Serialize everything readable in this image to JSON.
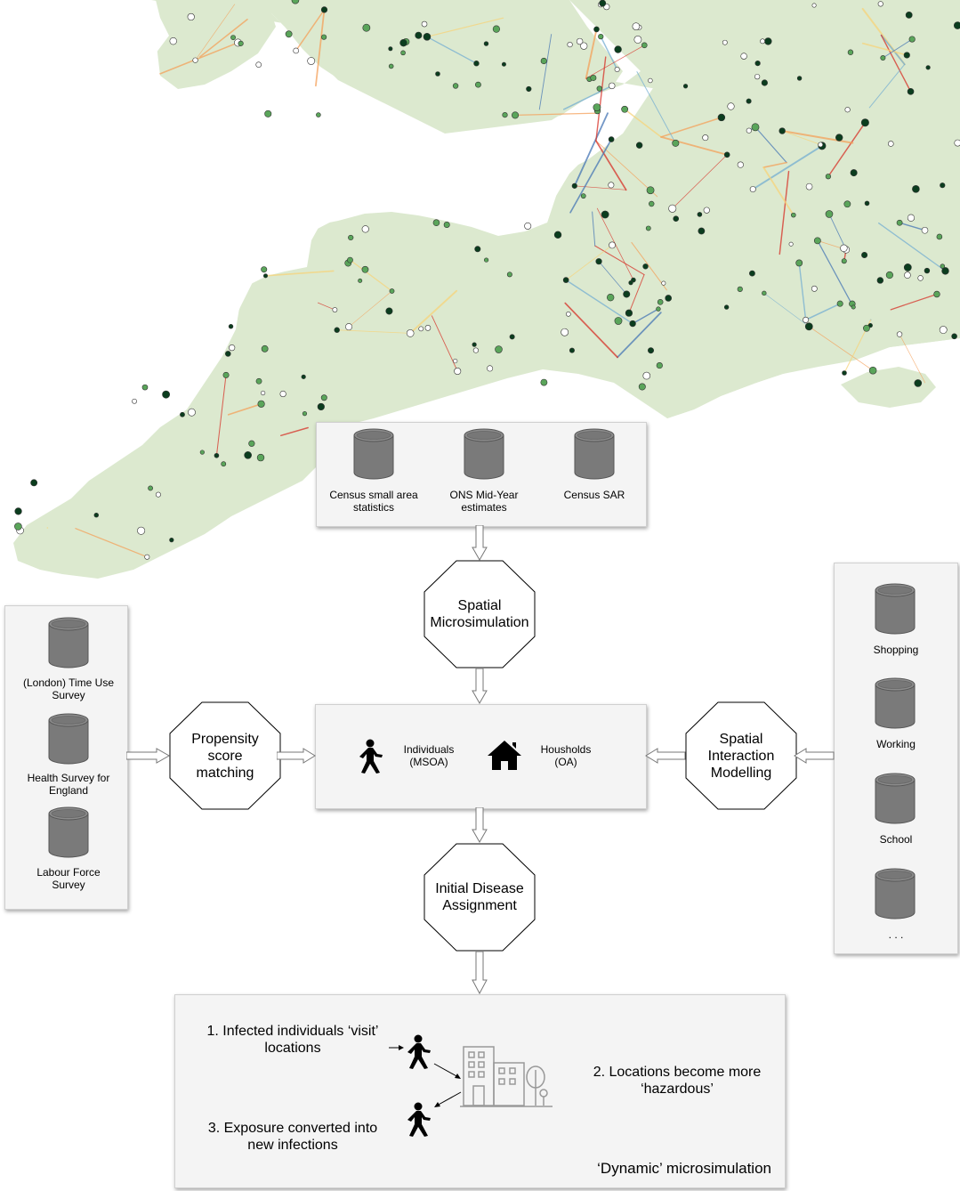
{
  "inputs_top": {
    "items": [
      {
        "label": "Census small area statistics"
      },
      {
        "label": "ONS Mid-Year estimates"
      },
      {
        "label": "Census SAR"
      }
    ]
  },
  "left_panel": {
    "items": [
      {
        "label": "(London) Time Use Survey"
      },
      {
        "label": "Health Survey for England"
      },
      {
        "label": "Labour Force Survey"
      }
    ]
  },
  "right_panel": {
    "items": [
      {
        "label": "Shopping"
      },
      {
        "label": "Working"
      },
      {
        "label": "School"
      },
      {
        "label": ". . ."
      }
    ]
  },
  "steps": {
    "spatial_microsimulation": "Spatial Microsimulation",
    "propensity": "Propensity score matching",
    "spatial_interaction": "Spatial Interaction Modelling",
    "initial_disease": "Initial Disease Assignment"
  },
  "population": {
    "individuals": "Individuals (MSOA)",
    "households": "Housholds (OA)"
  },
  "dynamic": {
    "step1": "1. Infected individuals ‘visit’ locations",
    "step2": "2. Locations become  more ‘hazardous’",
    "step3": "3. Exposure converted into new infections",
    "title": "‘Dynamic’ microsimulation"
  },
  "colors": {
    "land": "#dce9cf",
    "sea": "#ffffff",
    "panel": "#f4f4f4",
    "database": "#7a7a7a",
    "flow_red": "#d73027",
    "flow_orange": "#f4a05a",
    "flow_blue": "#4575b4",
    "flow_teal": "#74add1",
    "node_dark": "#0b3d1e",
    "node_green": "#5aa55a"
  }
}
